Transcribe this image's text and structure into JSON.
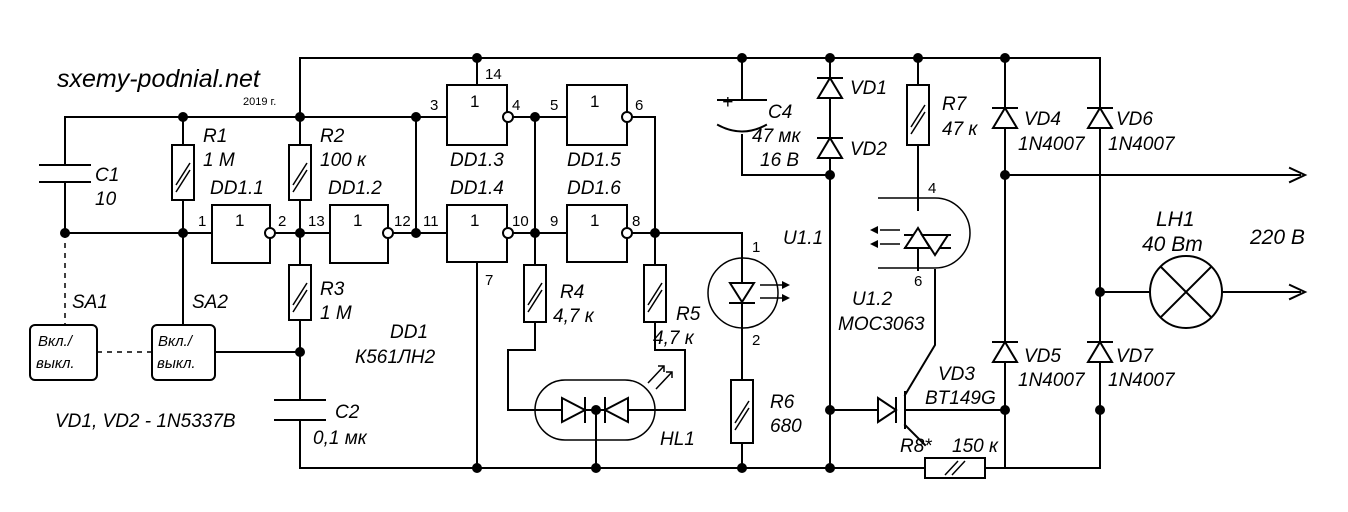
{
  "header": {
    "site": "sxemy-podnial.net",
    "year": "2019 г."
  },
  "components": {
    "C1": {
      "name": "C1",
      "value": "10"
    },
    "C2": {
      "name": "C2",
      "value": "0,1 мк"
    },
    "C4": {
      "name": "C4",
      "value1": "47 мк",
      "value2": "16 В",
      "polarity": "+"
    },
    "R1": {
      "name": "R1",
      "value": "1 М"
    },
    "R2": {
      "name": "R2",
      "value": "100 к"
    },
    "R3": {
      "name": "R3",
      "value": "1 М"
    },
    "R4": {
      "name": "R4",
      "value": "4,7 к"
    },
    "R5": {
      "name": "R5",
      "value": "4,7 к"
    },
    "R6": {
      "name": "R6",
      "value": "680"
    },
    "R7": {
      "name": "R7",
      "value": "47 к"
    },
    "R8": {
      "name": "R8*",
      "value": "150 к"
    },
    "DD1": {
      "name": "DD1",
      "type": "К561ЛН2"
    },
    "gates": {
      "DD1_1": "DD1.1",
      "DD1_2": "DD1.2",
      "DD1_3": "DD1.3",
      "DD1_4": "DD1.4",
      "DD1_5": "DD1.5",
      "DD1_6": "DD1.6",
      "one": "1"
    },
    "SA1": "SA1",
    "SA2": "SA2",
    "switch_label_1": "Вкл./",
    "switch_label_2": "выкл.",
    "VD1": "VD1",
    "VD2": "VD2",
    "VD3": {
      "name": "VD3",
      "type": "BT149G"
    },
    "VD4": {
      "name": "VD4",
      "type": "1N4007"
    },
    "VD5": {
      "name": "VD5",
      "type": "1N4007"
    },
    "VD6": {
      "name": "VD6",
      "type": "1N4007"
    },
    "VD7": {
      "name": "VD7",
      "type": "1N4007"
    },
    "U1_1": "U1.1",
    "U1_2": {
      "name": "U1.2",
      "type": "MOC3063"
    },
    "HL1": "HL1",
    "LH1": {
      "name": "LH1",
      "power": "40 Вт"
    },
    "mains": "220 В",
    "note": "VD1, VD2 - 1N5337B"
  },
  "pins": {
    "p1": "1",
    "p2": "2",
    "p3": "3",
    "p4": "4",
    "p5": "5",
    "p6": "6",
    "p7": "7",
    "p8": "8",
    "p9": "9",
    "p10": "10",
    "p11": "11",
    "p12": "12",
    "p13": "13",
    "p14": "14",
    "u11_1": "1",
    "u11_2": "2",
    "u12_4": "4",
    "u12_6": "6"
  }
}
